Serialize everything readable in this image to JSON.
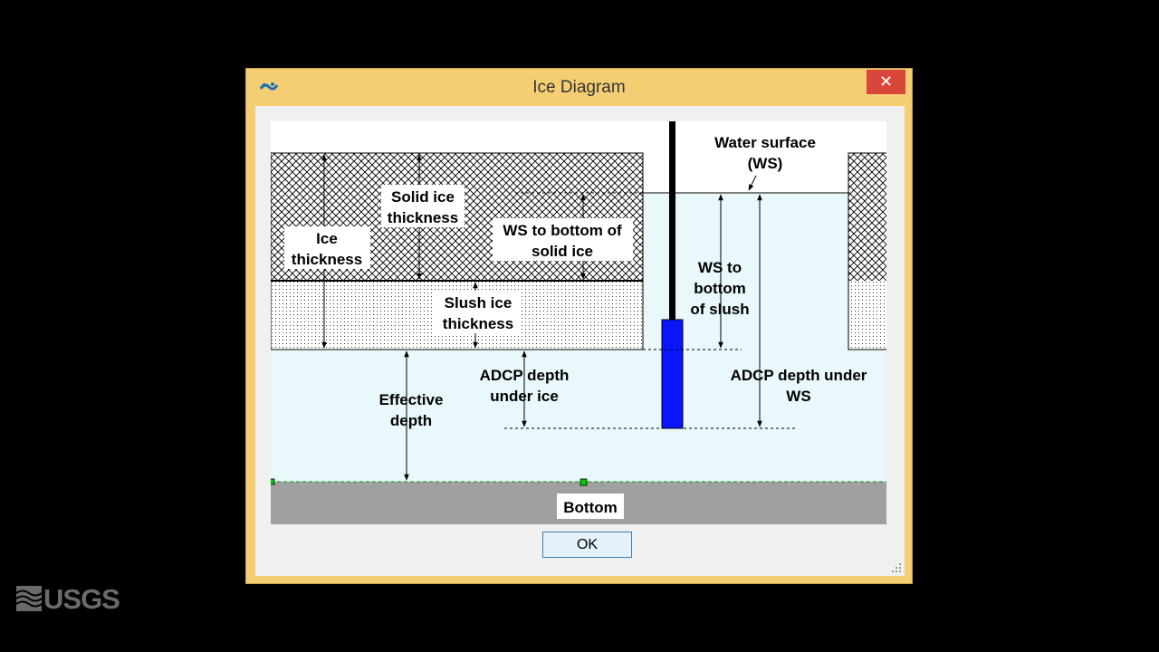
{
  "window": {
    "title": "Ice Diagram",
    "close_glyph": "✕",
    "ok_label": "OK"
  },
  "diagram": {
    "labels": {
      "water_surface_1": "Water surface",
      "water_surface_2": "(WS)",
      "solid_ice_1": "Solid ice",
      "solid_ice_2": "thickness",
      "ice_thickness_1": "Ice",
      "ice_thickness_2": "thickness",
      "ws_bottom_solid_1": "WS to bottom of",
      "ws_bottom_solid_2": "solid ice",
      "ws_bottom_slush_1": "WS to",
      "ws_bottom_slush_2": "bottom",
      "ws_bottom_slush_3": "of slush",
      "slush_1": "Slush ice",
      "slush_2": "thickness",
      "effective_1": "Effective",
      "effective_2": "depth",
      "adcp_under_ice_1": "ADCP depth",
      "adcp_under_ice_2": "under ice",
      "adcp_under_ws_1": "ADCP depth under",
      "adcp_under_ws_2": "WS",
      "bottom": "Bottom"
    },
    "colors": {
      "water": "#e8f8fb",
      "bottom": "#a0a0a0",
      "transducer": "#0a14ff",
      "title_bar": "#f5ce74",
      "close_button": "#d9463a"
    }
  },
  "branding": {
    "logo_text": "USGS",
    "logo_icon": "usgs-wave-icon"
  }
}
